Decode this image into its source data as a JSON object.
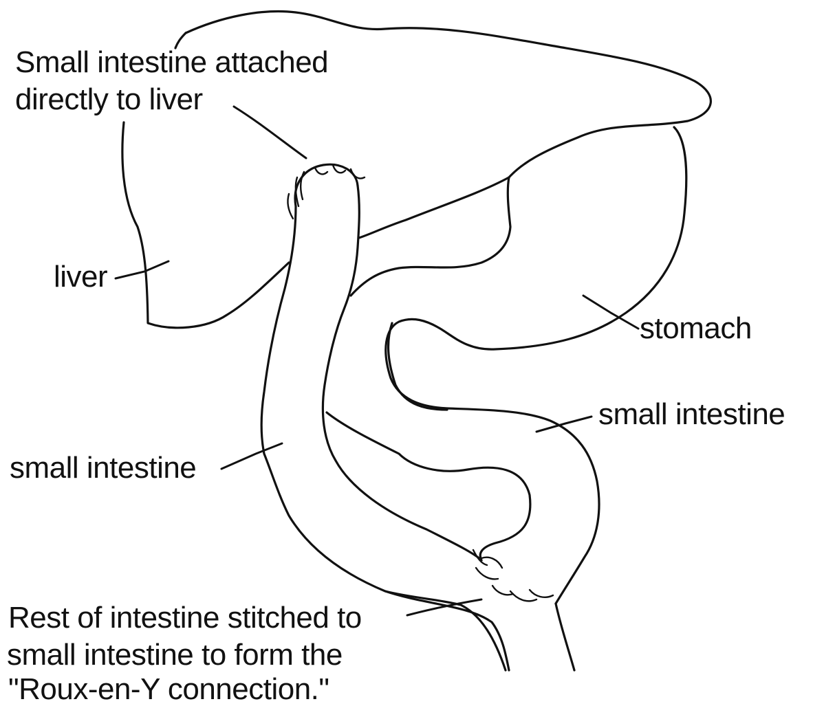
{
  "labels": {
    "attached_line1": "Small intestine attached",
    "attached_line2": "directly to liver",
    "liver": "liver",
    "stomach": "stomach",
    "small_intestine_right": "small intestine",
    "small_intestine_left": "small intestine",
    "rest_line1": "Rest of intestine stitched to",
    "rest_line2": "small intestine to form the",
    "rest_line3": "\"Roux-en-Y connection.\""
  },
  "colors": {
    "stroke": "#111111",
    "background": "#ffffff"
  }
}
